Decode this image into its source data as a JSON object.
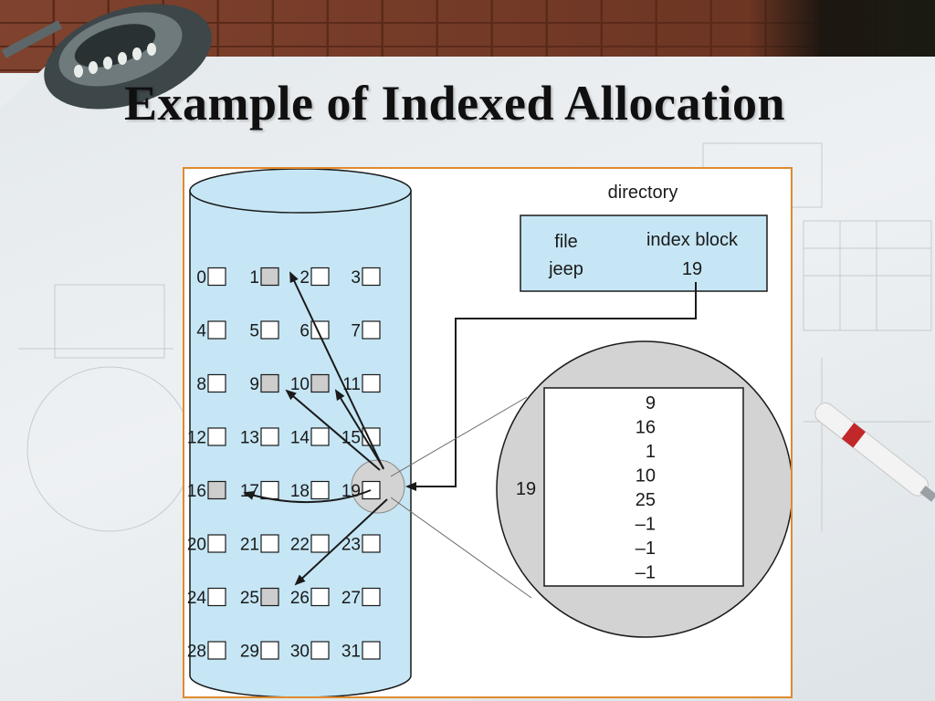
{
  "slide": {
    "title": "Example of Indexed Allocation"
  },
  "diagram": {
    "directory_label": "directory",
    "directory_table": {
      "col_file_header": "file",
      "col_index_header": "index block",
      "file_name": "jeep",
      "index_block": "19"
    },
    "disk_blocks": [
      "0",
      "1",
      "2",
      "3",
      "4",
      "5",
      "6",
      "7",
      "8",
      "9",
      "10",
      "11",
      "12",
      "13",
      "14",
      "15",
      "16",
      "17",
      "18",
      "19",
      "20",
      "21",
      "22",
      "23",
      "24",
      "25",
      "26",
      "27",
      "28",
      "29",
      "30",
      "31"
    ],
    "highlighted_blocks": [
      1,
      9,
      10,
      16,
      25
    ],
    "index_block_label": "19",
    "index_entries": [
      "9",
      "16",
      "1",
      "10",
      "25",
      "–1",
      "–1",
      "–1"
    ],
    "colors": {
      "cylinder": "#c6e6f5",
      "highlight": "#cdcdcd",
      "magnifier": "#d3d3d3",
      "panel_border": "#e08a2e"
    }
  }
}
